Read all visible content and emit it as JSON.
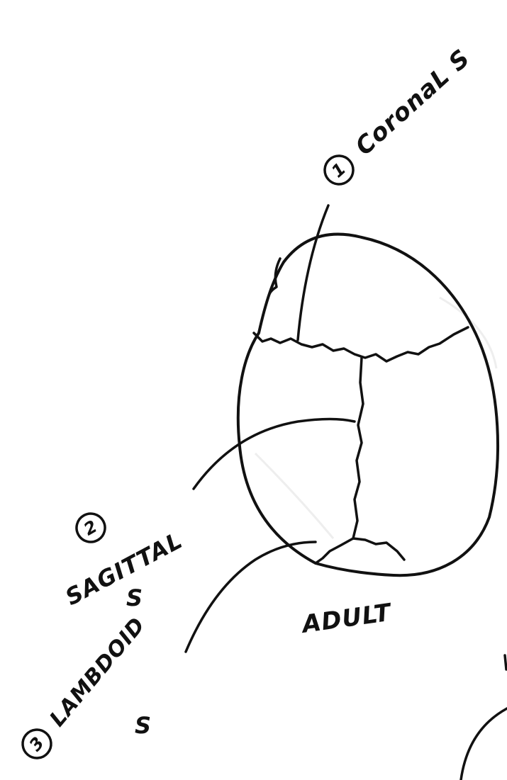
{
  "diagram": {
    "skull_caption": "ADULT",
    "labels": [
      {
        "id": "coronal",
        "number": "1",
        "text": "CoronaL S"
      },
      {
        "id": "sagittal",
        "number": "2",
        "text_line1": "SAGITTAL",
        "text_line2": "S"
      },
      {
        "id": "lambdoid",
        "number": "3",
        "text_line1": "LAMBDOID",
        "text_line2": "S"
      }
    ]
  }
}
